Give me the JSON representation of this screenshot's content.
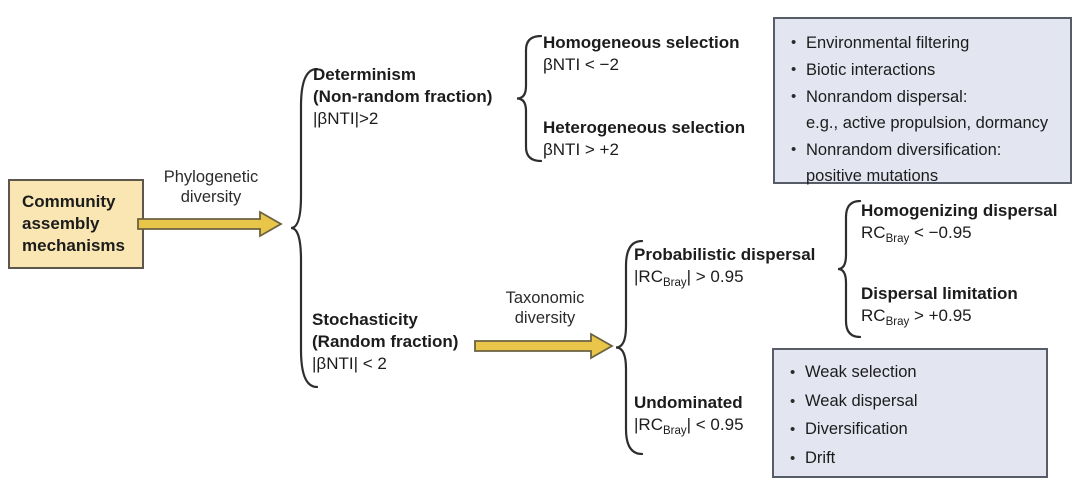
{
  "colors": {
    "background": "#ffffff",
    "root_box_fill": "#f9e6b3",
    "root_box_border": "#5c564c",
    "arrow_fill": "#e9c54a",
    "arrow_stroke": "#6b6242",
    "info_box_fill": "#e3e6f1",
    "info_box_border": "#575d66",
    "text": "#1c1c1c",
    "brace": "#2e2e2e"
  },
  "root_box": {
    "label": "Community\nassembly\nmechanisms"
  },
  "arrow_labels": {
    "phylogenetic": "Phylogenetic\ndiversity",
    "taxonomic": "Taxonomic\ndiversity"
  },
  "branches": {
    "determinism": {
      "title": "Determinism",
      "subtitle": "(Non-random fraction)",
      "criterion": "|βNTI|>2"
    },
    "stochasticity": {
      "title": "Stochasticity",
      "subtitle": "(Random fraction)",
      "criterion": "|βNTI| < 2"
    },
    "homogeneous_selection": {
      "title": "Homogeneous selection",
      "criterion": "βNTI < −2"
    },
    "heterogeneous_selection": {
      "title": "Heterogeneous selection",
      "criterion": "βNTI > +2"
    },
    "probabilistic_dispersal": {
      "title": "Probabilistic dispersal",
      "criterion_pre": "|RC",
      "criterion_sub": "Bray",
      "criterion_post": "| > 0.95"
    },
    "homogenizing_dispersal": {
      "title": "Homogenizing dispersal",
      "criterion_pre": "RC",
      "criterion_sub": "Bray",
      "criterion_post": " < −0.95"
    },
    "dispersal_limitation": {
      "title": "Dispersal limitation",
      "criterion_pre": "RC",
      "criterion_sub": "Bray",
      "criterion_post": " > +0.95"
    },
    "undominated": {
      "title": "Undominated",
      "criterion_pre": "|RC",
      "criterion_sub": "Bray",
      "criterion_post": "| < 0.95"
    }
  },
  "deterministic_processes_box": {
    "items": [
      "Environmental filtering",
      "Biotic interactions",
      "Nonrandom dispersal:\ne.g., active propulsion, dormancy",
      "Nonrandom diversification:\npositive mutations"
    ]
  },
  "stochastic_processes_box": {
    "items": [
      "Weak selection",
      "Weak dispersal",
      "Diversification",
      "Drift"
    ]
  }
}
